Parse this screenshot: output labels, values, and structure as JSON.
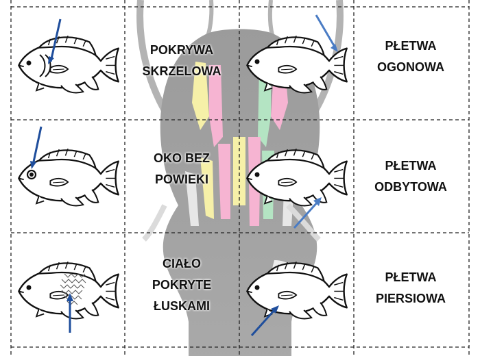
{
  "cards": [
    {
      "lines": [
        "POKRYWA",
        "SKRZELOWA"
      ]
    },
    {
      "lines": [
        "PŁETWA",
        "OGONOWA"
      ]
    },
    {
      "lines": [
        "OKO BEZ",
        "POWIEKI"
      ]
    },
    {
      "lines": [
        "PŁETWA",
        "ODBYTOWA"
      ]
    },
    {
      "lines": [
        "CIAŁO",
        "POKRYTE",
        "ŁUSKAMI"
      ]
    },
    {
      "lines": [
        "PŁETWA",
        "PIERSIOWA"
      ]
    }
  ],
  "colors": {
    "arrow": "#1f4e9c",
    "arrow_light": "#4a7cc4",
    "background_silhouette": "#8c8c8c",
    "muscle_yellow": "#f3ec8c",
    "muscle_pink": "#f39cc4",
    "muscle_green": "#9cdcb0",
    "outline": "#111111"
  }
}
